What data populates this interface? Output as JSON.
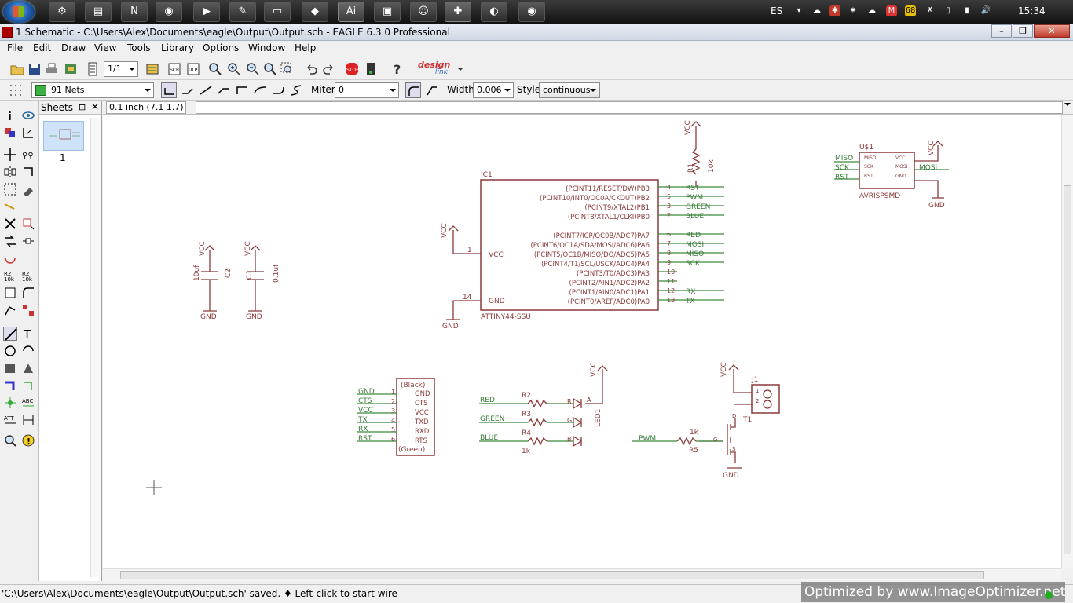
{
  "taskbar": {
    "apps": [
      "app-1",
      "app-2",
      "app-3",
      "chrome",
      "media",
      "app-6",
      "explorer",
      "app-8",
      "illustrator",
      "app-10",
      "app-11",
      "app-12",
      "app-13",
      "chrome-2"
    ],
    "language": "ES",
    "clock": "15:34",
    "tray_badge": "68"
  },
  "window": {
    "title": "1 Schematic - C:\\Users\\Alex\\Documents\\eagle\\Output\\Output.sch - EAGLE 6.3.0 Professional"
  },
  "menu": [
    "File",
    "Edit",
    "Draw",
    "View",
    "Tools",
    "Library",
    "Options",
    "Window",
    "Help"
  ],
  "toolbar1": {
    "sheet_select": "1/1",
    "designlink_1": "design",
    "designlink_2": "link"
  },
  "toolbar2": {
    "layer": "91 Nets",
    "layer_color": "#3cb043",
    "miter_label": "Miter:",
    "miter_value": "0",
    "width_label": "Width:",
    "width_value": "0.006",
    "style_label": "Style:",
    "style_value": "continuous"
  },
  "sheets": {
    "title": "Sheets",
    "pin_icon": "⊡",
    "close": "✕",
    "sheet_number": "1"
  },
  "coordbar": {
    "coord": "0.1 inch (7.1 1.7)"
  },
  "schematic": {
    "vcc": "VCC",
    "gnd": "GND",
    "ic1_name": "IC1",
    "ic1_value": "ATTINY44-SSU",
    "ic1_pins_right": [
      {
        "label": "(PCINT11/RESET/DW)PB3",
        "num": "4",
        "net": "RST"
      },
      {
        "label": "(PCINT10/INT0/OC0A/CKOUT)PB2",
        "num": "5",
        "net": "PWM"
      },
      {
        "label": "(PCINT9/XTAL2)PB1",
        "num": "3",
        "net": "GREEN"
      },
      {
        "label": "(PCINT8/XTAL1/CLKI)PB0",
        "num": "2",
        "net": "BLUE"
      },
      {
        "label": "(PCINT7/ICP/OC0B/ADC7)PA7",
        "num": "6",
        "net": "RED"
      },
      {
        "label": "(PCINT6/OC1A/SDA/MOSI/ADC6)PA6",
        "num": "7",
        "net": "MOSI"
      },
      {
        "label": "(PCINT5/OC1B/MISO/DO/ADC5)PA5",
        "num": "8",
        "net": "MISO"
      },
      {
        "label": "(PCINT4/T1/SCL/USCK/ADC4)PA4",
        "num": "9",
        "net": "SCK"
      },
      {
        "label": "(PCINT3/T0/ADC3)PA3",
        "num": "10",
        "net": ""
      },
      {
        "label": "(PCINT2/AIN1/ADC2)PA2",
        "num": "11",
        "net": ""
      },
      {
        "label": "(PCINT1/AIN0/ADC1)PA1",
        "num": "12",
        "net": "RX"
      },
      {
        "label": "(PCINT0/AREF/ADC0)PA0",
        "num": "13",
        "net": "TX"
      }
    ],
    "ic1_vcc_pin": "VCC",
    "ic1_vcc_num": "1",
    "ic1_gnd_pin": "GND",
    "ic1_gnd_num": "14",
    "r1_name": "R1",
    "r1_value": "10k",
    "c2_name": "C2",
    "c2_value": "10uf",
    "c1_name": "C1",
    "c1_value": "0.1uf",
    "u1_name": "U$1",
    "u1_value": "AVRISPSMD",
    "u1_left_nets": [
      "MISO",
      "SCK",
      "RST"
    ],
    "u1_pins_left": [
      "MISO",
      "SCK",
      "RST"
    ],
    "u1_pins_right": [
      "VCC",
      "MOSI",
      "GND"
    ],
    "u1_right_net": "MOSI",
    "ftdi_top": "(Black)",
    "ftdi_bottom": "(Green)",
    "ftdi_nets": [
      "GND",
      "CTS",
      "VCC",
      "TX",
      "RX",
      "RST"
    ],
    "ftdi_nums": [
      "1",
      "2",
      "3",
      "4",
      "5",
      "6"
    ],
    "ftdi_pins": [
      "GND",
      "CTS",
      "VCC",
      "TXD",
      "RXD",
      "RTS"
    ],
    "led_nets": [
      "RED",
      "GREEN",
      "BLUE"
    ],
    "led_res_names": [
      "R2",
      "R3",
      "R4"
    ],
    "led_res_value": "1k",
    "led_pin_letters": [
      "R",
      "G",
      "B"
    ],
    "led_anode": "A",
    "led_name": "LED1",
    "pwm_net": "PWM",
    "r5_name": "R5",
    "r5_value": "1k",
    "t1_name": "T1",
    "t1_pins": [
      "G",
      "D",
      "S"
    ],
    "j1_name": "J1",
    "j1_pins": [
      "1",
      "2"
    ]
  },
  "status": {
    "message": "'C:\\Users\\Alex\\Documents\\eagle\\Output\\Output.sch' saved.  ♦ Left-click to start wire",
    "watermark": "Optimized by www.ImageOptimizer.net"
  }
}
